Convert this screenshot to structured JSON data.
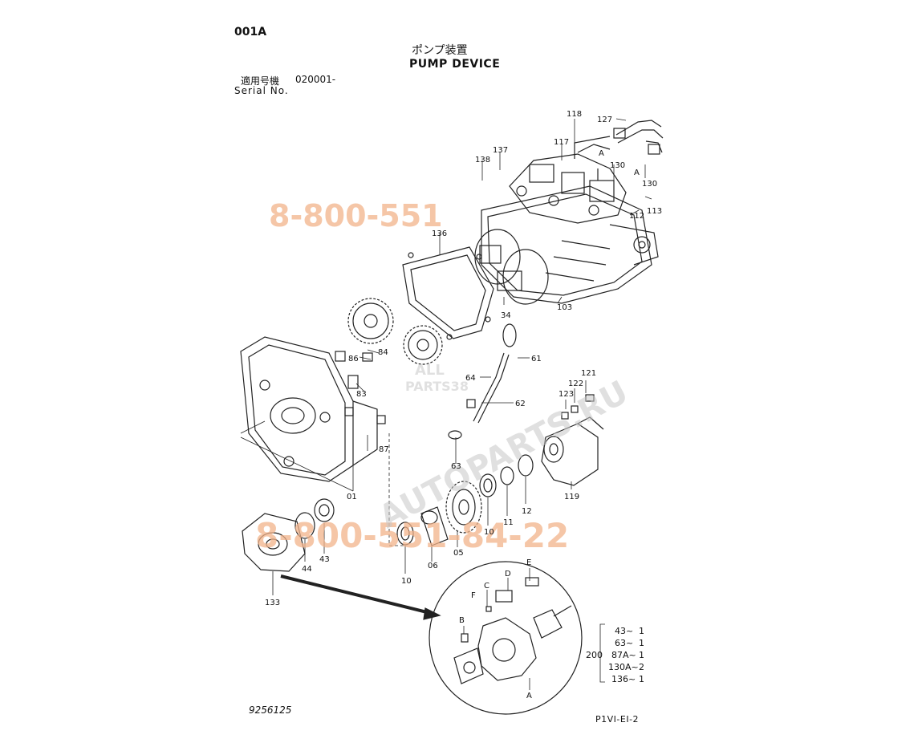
{
  "header": {
    "page_code": "001A",
    "title_jp": "ポンプ装置",
    "title_en": "PUMP DEVICE",
    "serial_label_jp": "適用号機",
    "serial_value": "020001-",
    "serial_label_en": "Serial No."
  },
  "footer": {
    "doc_number": "9256125",
    "sheet_code": "P1VI-EI-2"
  },
  "watermarks": {
    "phone_top": "8-800-551",
    "phone_bottom": "8-800-551-84-22",
    "site": "AUTOPARTS.RU",
    "logo_top": "ALL",
    "logo_bottom": "PARTS38"
  },
  "callouts": [
    "118",
    "127",
    "117",
    "137",
    "138",
    "130",
    "130",
    "113",
    "112",
    "136",
    "103",
    "34",
    "86",
    "84",
    "83",
    "61",
    "64",
    "62",
    "87",
    "63",
    "01",
    "121",
    "122",
    "123",
    "119",
    "12",
    "11",
    "10",
    "05",
    "06",
    "10",
    "43",
    "44",
    "133",
    "E",
    "D",
    "C",
    "F",
    "B",
    "A",
    "A",
    "A"
  ],
  "kit": {
    "number": "200",
    "items": [
      {
        "part": "43~",
        "qty": "1"
      },
      {
        "part": "63~",
        "qty": "1"
      },
      {
        "part": "87A~",
        "qty": "1"
      },
      {
        "part": "130A~",
        "qty": "2"
      },
      {
        "part": "136~",
        "qty": "1"
      }
    ]
  }
}
